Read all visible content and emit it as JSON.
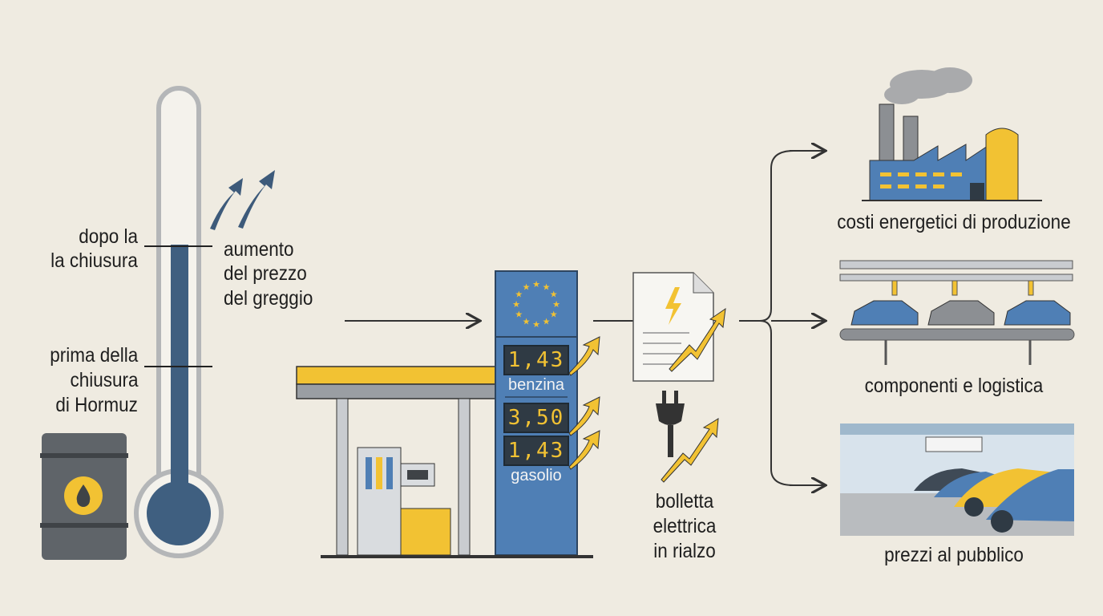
{
  "thermometer": {
    "after_label": "dopo la\nla chiusura",
    "after_line1": "dopo la",
    "after_line2": "la chiusura",
    "before_line1": "prima della",
    "before_line2": "chiusura",
    "before_line3": "di Hormuz",
    "rise_line1": "aumento",
    "rise_line2": "del prezzo",
    "rise_line3": "del greggio"
  },
  "pump": {
    "benzina_price": "1,43",
    "middle_price": "3,50",
    "gasolio_price": "1,43",
    "benzina_label": "benzina",
    "gasolio_label": "gasolio"
  },
  "bill": {
    "line1": "bolletta",
    "line2": "elettrica",
    "line3": "in rialzo"
  },
  "effects": [
    {
      "label": "costi energetici di produzione"
    },
    {
      "label": "componenti e logistica"
    },
    {
      "label": "prezzi al pubblico"
    }
  ],
  "colors": {
    "background": "#efebe1",
    "blue": "#4f7fb5",
    "dark_blue": "#3d5a7a",
    "yellow": "#f2c233",
    "gray": "#5f6469"
  }
}
